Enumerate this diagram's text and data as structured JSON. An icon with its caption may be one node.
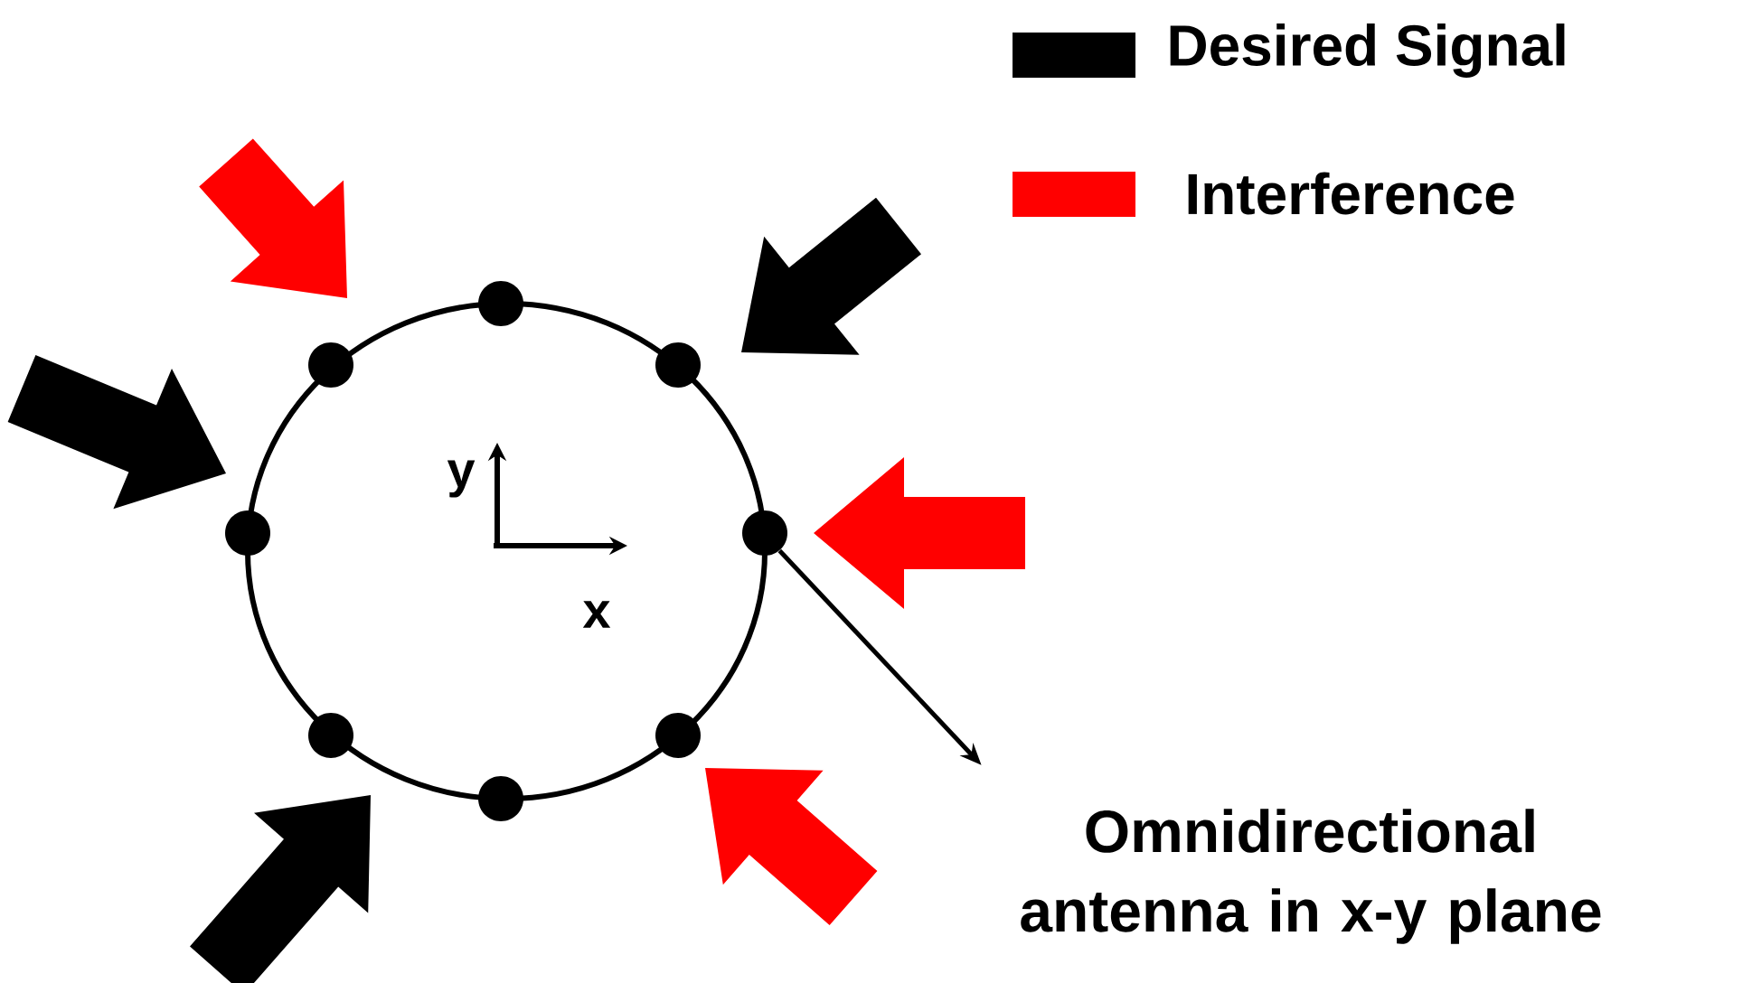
{
  "diagram": {
    "nodes": [
      {
        "text": [],
        "shape": "circle"
      },
      {
        "text": [],
        "shape": "circle"
      },
      {
        "text": [],
        "shape": "circle"
      },
      {
        "text": [],
        "shape": "circle"
      },
      {
        "text": [],
        "shape": "circle"
      },
      {
        "text": [],
        "shape": "circle"
      },
      {
        "text": [],
        "shape": "circle"
      },
      {
        "text": [],
        "shape": "circle"
      },
      {
        "text": [
          "Omnidirectional antenna in x-y plane"
        ]
      }
    ],
    "edges": [
      {
        "from": 7,
        "to": 8,
        "arrow": "to"
      }
    ],
    "labels": [
      "y",
      "x"
    ],
    "legend": [
      {
        "text": "Desired Signal",
        "color": "#000000"
      },
      {
        "text": "Interference",
        "color": "#ff0000"
      }
    ]
  }
}
